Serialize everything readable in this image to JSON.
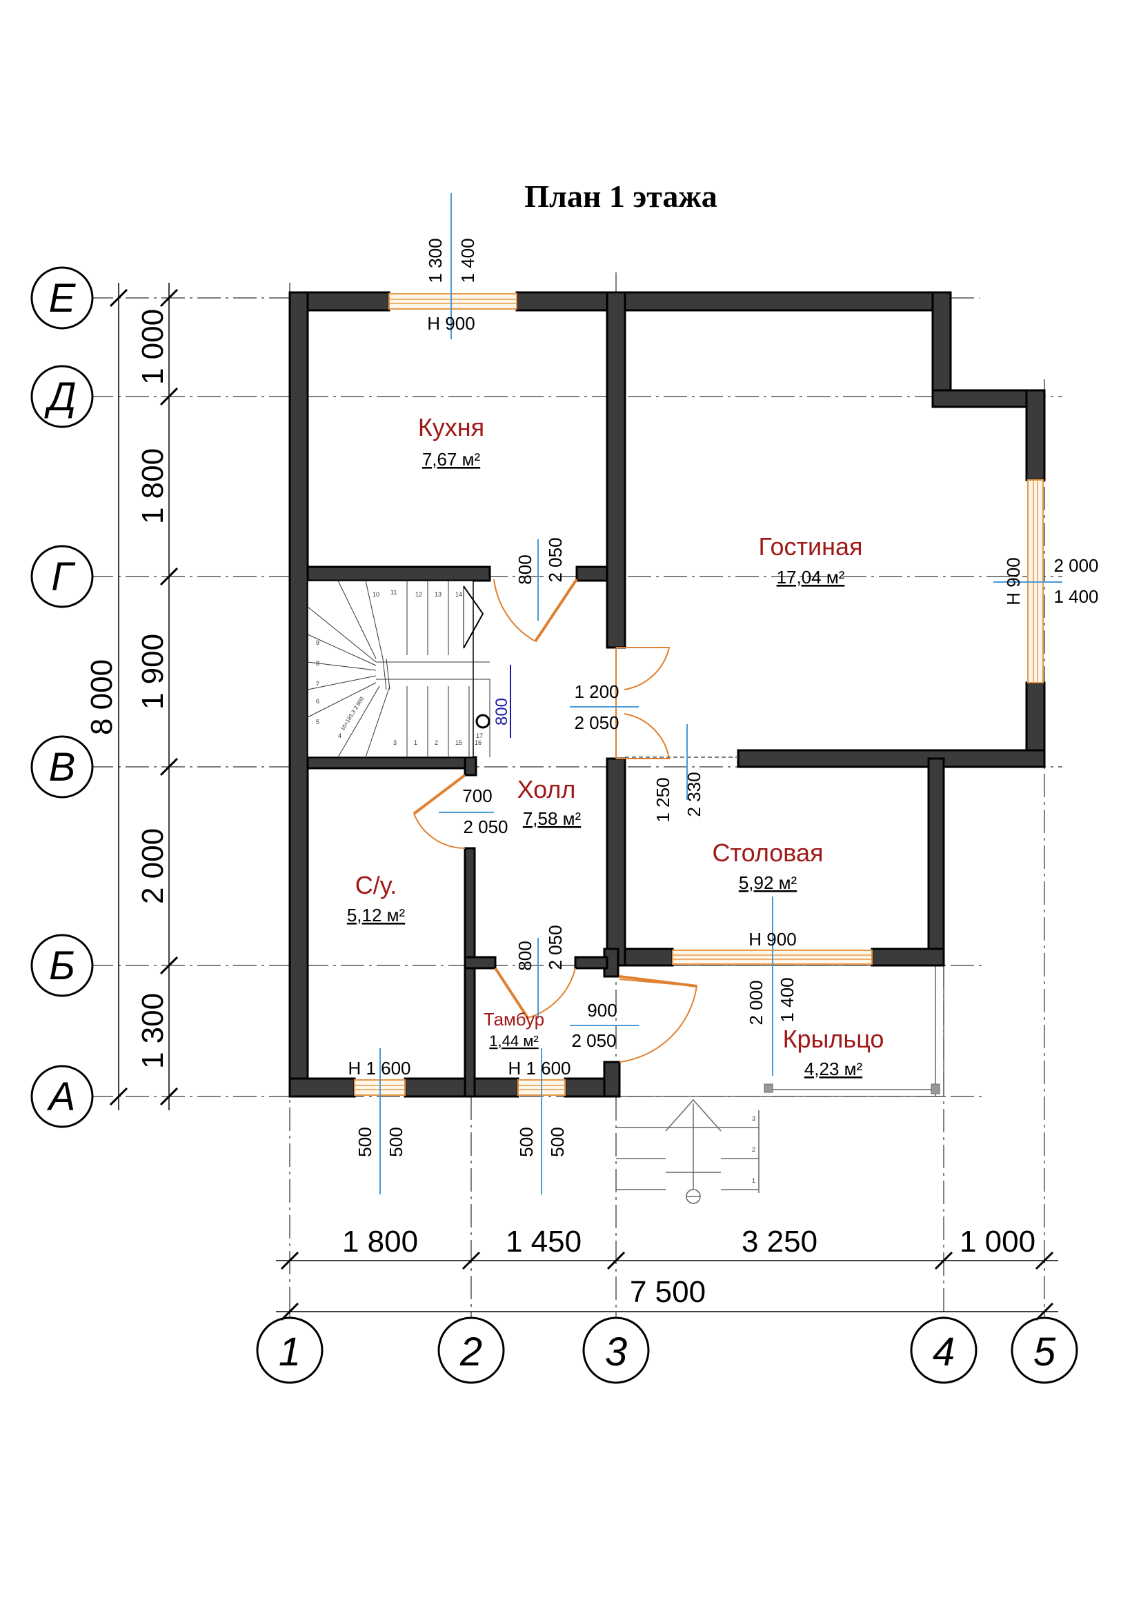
{
  "title": "План 1 этажа",
  "axes_letters": [
    "Е",
    "Д",
    "Г",
    "В",
    "Б",
    "А"
  ],
  "axes_numbers": [
    "1",
    "2",
    "3",
    "4",
    "5"
  ],
  "rooms": [
    {
      "name": "Кухня",
      "area": "7,67 м²"
    },
    {
      "name": "Гостиная",
      "area": "17,04 м²"
    },
    {
      "name": "Холл",
      "area": "7,58 м²"
    },
    {
      "name": "Столовая",
      "area": "5,92 м²"
    },
    {
      "name": "С/у.",
      "area": "5,12 м²"
    },
    {
      "name": "Тамбур",
      "area": "1,44 м²"
    },
    {
      "name": "Крыльцо",
      "area": "4,23 м²"
    }
  ],
  "left_dimensions": [
    "1 000",
    "1 800",
    "1 900",
    "2 000",
    "1 300"
  ],
  "left_total": "8 000",
  "bottom_dimensions": [
    "1 800",
    "1 450",
    "3 250",
    "1 000"
  ],
  "bottom_total": "7 500",
  "openings": {
    "kitchen_window": {
      "h": "1 300",
      "w": "1 400",
      "sill": "H  900"
    },
    "living_window": {
      "sill": "H  900",
      "w": "2 000",
      "h": "1 400"
    },
    "wc_window": {
      "sill": "H  1 600",
      "a": "500",
      "b": "500"
    },
    "vestibule_window": {
      "sill": "H  1 600",
      "a": "500",
      "b": "500"
    },
    "dining_window": {
      "sill": "H  900",
      "a": "2 000",
      "b": "1 400"
    },
    "kitchen_door": {
      "w": "800",
      "h": "2 050"
    },
    "living_door": {
      "w": "1 200",
      "h": "2 050"
    },
    "wc_door": {
      "w": "700",
      "h": "2 050"
    },
    "dining_opening": {
      "w": "1 250",
      "h": "2 330"
    },
    "vestibule_door": {
      "w": "800",
      "h": "2 050"
    },
    "entrance_door": {
      "w": "900",
      "h": "2 050"
    },
    "stair_opening": "800"
  },
  "stairs": {
    "steps": [
      "1",
      "2",
      "3",
      "4",
      "5",
      "6",
      "7",
      "8",
      "9",
      "10",
      "11",
      "12",
      "13",
      "14",
      "15",
      "16",
      "17"
    ],
    "note": "16×183,3 2 800"
  },
  "porch_steps": [
    "3",
    "2",
    "1"
  ]
}
